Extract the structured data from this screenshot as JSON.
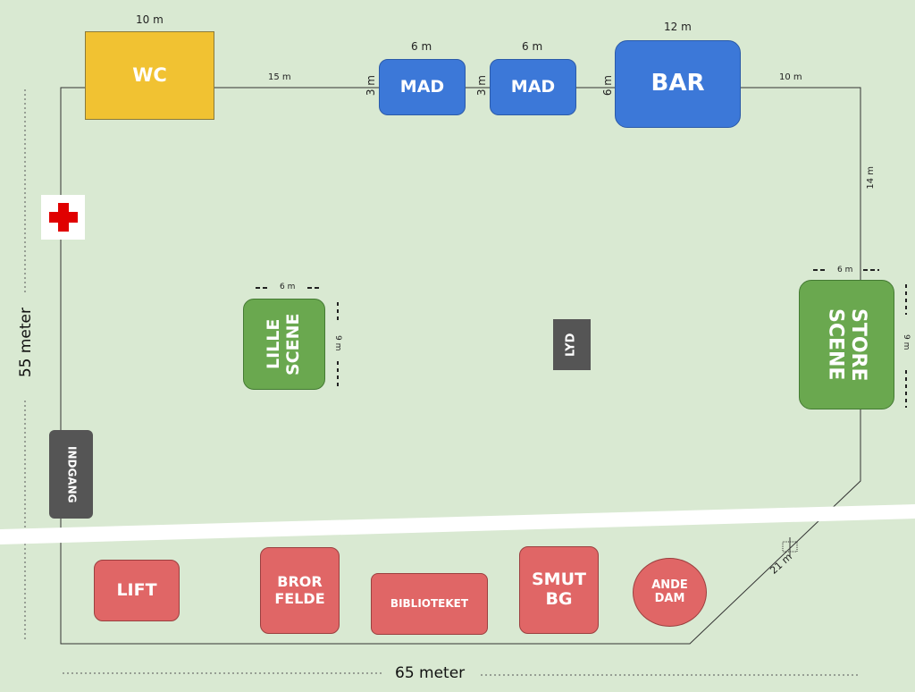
{
  "dimensions": {
    "total_width": "65 meter",
    "total_height": "55 meter",
    "wc_width": "10 m",
    "path_wc_mad": "15 m",
    "mad1_width": "6 m",
    "mad1_gap": "3 m",
    "mad2_width": "6 m",
    "mad2_gap": "3 m",
    "bar_width": "12 m",
    "bar_gap": "6 m",
    "path_bar_corner": "10 m",
    "path_right_side": "14 m",
    "store_scene_width": "6 m",
    "store_scene_depth": "9 m",
    "lille_scene_width": "6 m",
    "lille_scene_depth": "9 m",
    "diagonal": "21 m"
  },
  "areas": {
    "wc": "WC",
    "mad1": "MAD",
    "mad2": "MAD",
    "bar": "BAR",
    "lille_scene": "LILLE\nSCENE",
    "store_scene": "STORE\nSCENE",
    "lyd": "LYD",
    "indgang": "INDGANG",
    "lift": "LIFT",
    "bror_felde": "BROR\nFELDE",
    "biblioteket": "BIBLIOTEKET",
    "smut_bg": "SMUT\nBG",
    "ande_dam": "ANDE\nDAM"
  },
  "icons": {
    "first_aid": "red-cross-icon"
  },
  "colors": {
    "background": "#d9e9d2",
    "wc": "#f1c232",
    "food_bar": "#3c78d8",
    "stage": "#6aa84f",
    "dark": "#555555",
    "activity": "#e06666",
    "first_aid": "#e00000"
  }
}
